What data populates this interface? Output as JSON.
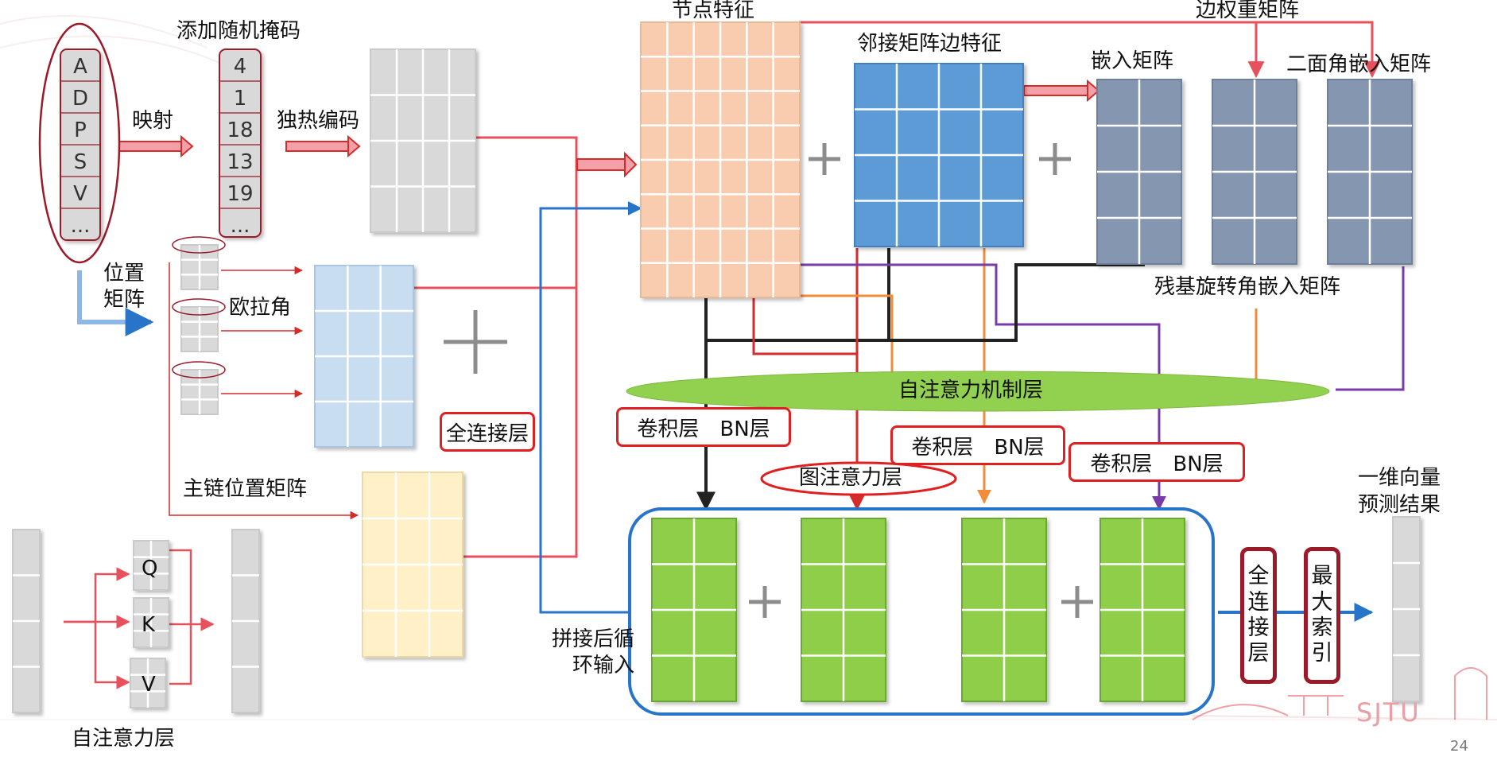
{
  "labels": {
    "add_mask": "添加随机掩码",
    "mapping": "映射",
    "onehot": "独热编码",
    "node_feature": "节点特征",
    "adj_edge_feature": "邻接矩阵边特征",
    "edge_weight": "边权重矩阵",
    "embed_matrix": "嵌入矩阵",
    "dihedral_embed": "二面角嵌入矩阵",
    "residue_rotation": "残基旋转角嵌入矩阵",
    "position_matrix": "位置矩阵",
    "euler_angle": "欧拉角",
    "fc_layer": "全连接层",
    "main_chain_pos": "主链位置矩阵",
    "self_attention_mech": "自注意力机制层",
    "graph_attention": "图注意力层",
    "concat_loop": "拼接后循环输入",
    "self_attention_layer": "自注意力层",
    "one_dim_vector": "一维向量",
    "prediction": "预测结果",
    "page_number": "24",
    "plus": "+"
  },
  "sequence": [
    "A",
    "D",
    "P",
    "S",
    "V",
    "..."
  ],
  "mapped": [
    "4",
    "1",
    "18",
    "13",
    "19",
    "..."
  ],
  "qkv": [
    "Q",
    "K",
    "V"
  ],
  "conv_bn_boxes": [
    {
      "conv": "卷积层",
      "bn": "BN层"
    },
    {
      "conv": "卷积层",
      "bn": "BN层"
    },
    {
      "conv": "卷积层",
      "bn": "BN层"
    }
  ],
  "fc_vertical": [
    "全",
    "连",
    "接",
    "层"
  ],
  "max_index": [
    "最",
    "大",
    "索",
    "引"
  ],
  "watermark": "SJTU",
  "colors": {
    "red": "#e8505b",
    "orange": "#f08c3a",
    "purple": "#7a3aa8",
    "blue": "#2874c8",
    "salmon": "#f9ccb0",
    "steel": "#5b9bd5",
    "slate": "#8496b0",
    "lightblue": "#c9ddf1",
    "cream": "#fff0c8",
    "green": "#8fce4a",
    "gray": "#d9d9d9"
  }
}
